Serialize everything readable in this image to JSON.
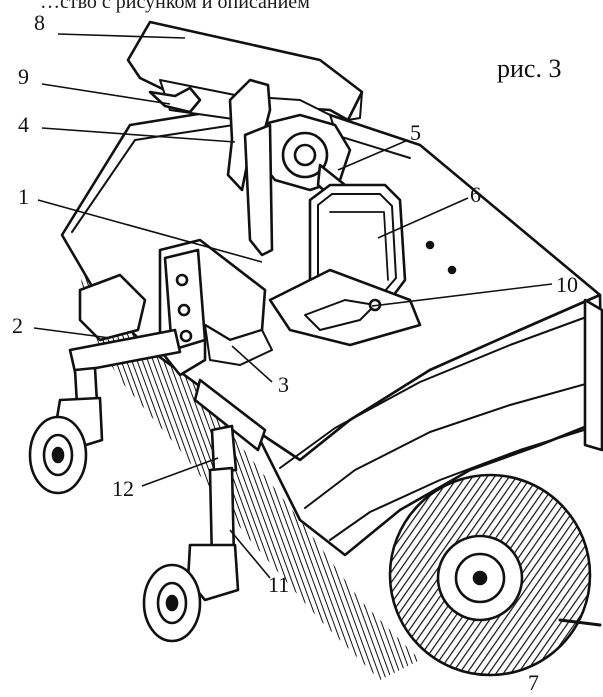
{
  "header_fragment": "…ство с рисунком и описанием",
  "figure_label": "рис. 3",
  "callouts": [
    "1",
    "2",
    "3",
    "4",
    "5",
    "6",
    "7",
    "8",
    "9",
    "10",
    "11",
    "12"
  ]
}
